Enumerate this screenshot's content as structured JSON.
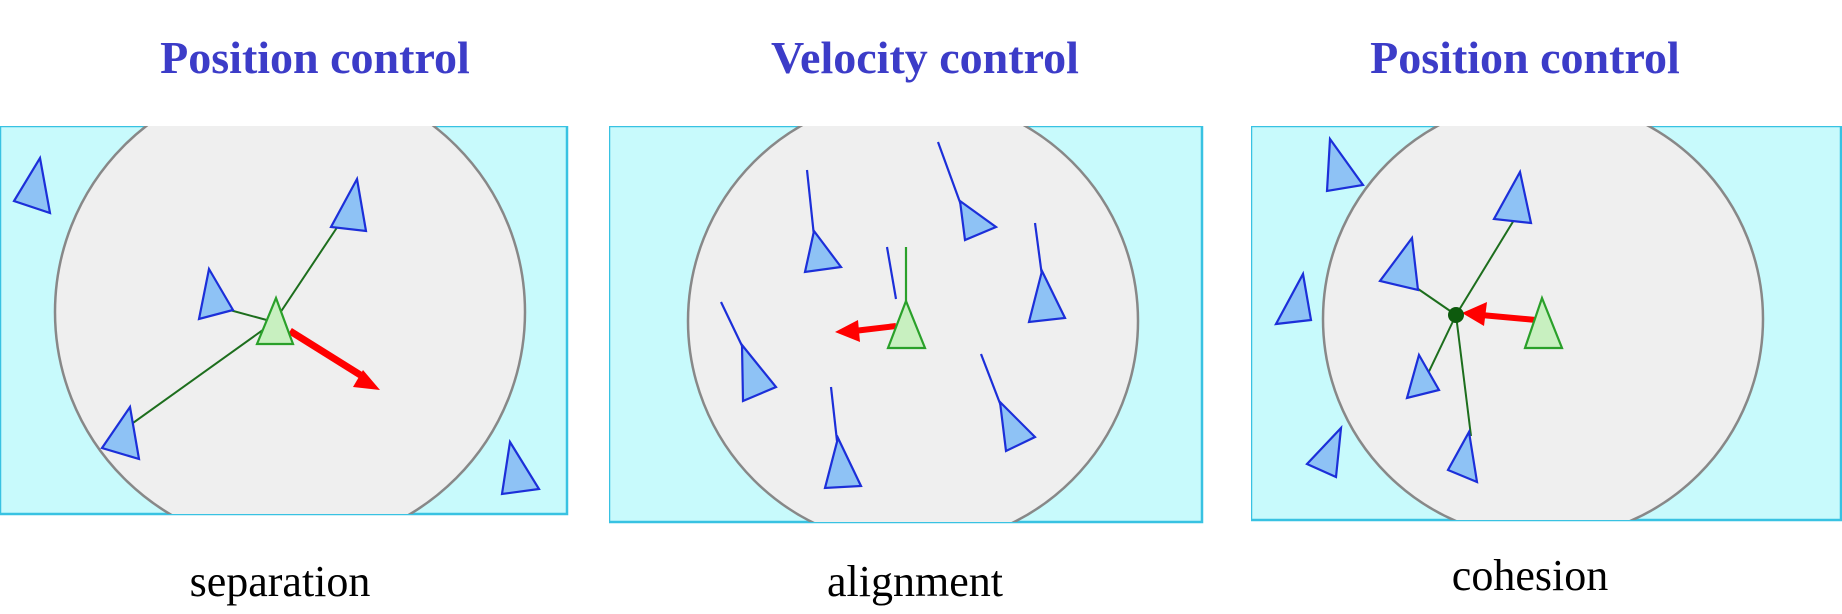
{
  "panels": [
    {
      "title": "Position control",
      "caption": "separation"
    },
    {
      "title": "Velocity control",
      "caption": "alignment"
    },
    {
      "title": "Position control",
      "caption": "cohesion"
    }
  ],
  "colors": {
    "title": "#3c3cc8",
    "background": "#c8fafc",
    "border": "#38c2e2",
    "neighborhood": "#efefef",
    "neighborhood_edge": "#888888",
    "boid_fill": "#8ec2f5",
    "boid_stroke": "#1c2fd9",
    "agent_fill": "#c8f0c0",
    "agent_stroke": "#2aa02a",
    "link": "#1d6e1d",
    "steer_arrow": "#ff0000"
  },
  "icons": {
    "boid": "triangle-icon",
    "agent": "triangle-icon",
    "steering": "arrow-icon",
    "center_of_mass": "dot-icon"
  }
}
